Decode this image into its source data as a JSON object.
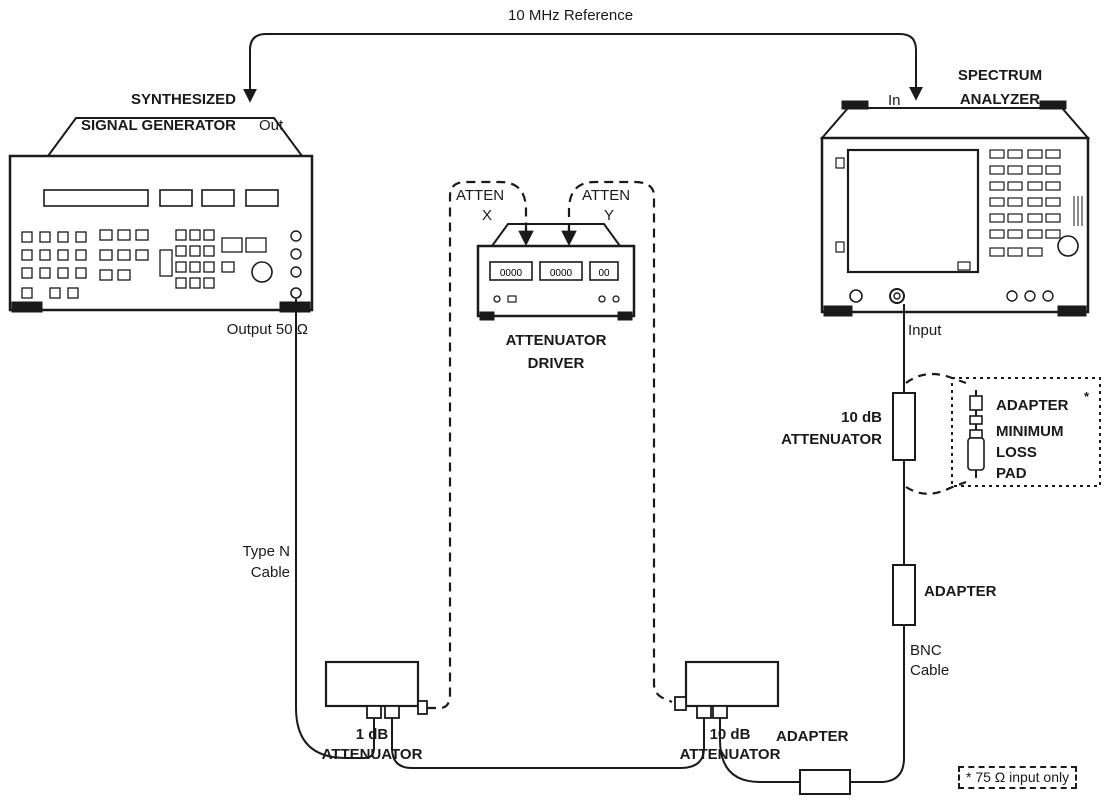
{
  "labels": {
    "ref_cable": "10 MHz Reference",
    "synth_title_1": "SYNTHESIZED",
    "synth_title_2": "SIGNAL GENERATOR",
    "synth_out": "Out",
    "synth_output": "Output 50 Ω",
    "sa_title_1": "SPECTRUM",
    "sa_title_2": "ANALYZER",
    "sa_in": "In",
    "sa_input": "Input",
    "atten_x_1": "ATTEN",
    "atten_x_2": "X",
    "atten_y_1": "ATTEN",
    "atten_y_2": "Y",
    "driver_1": "ATTENUATOR",
    "driver_2": "DRIVER",
    "type_n_1": "Type N",
    "type_n_2": "Cable",
    "att10_sa_1": "10 dB",
    "att10_sa_2": "ATTENUATOR",
    "opt_adapter": "ADAPTER",
    "opt_star": "*",
    "opt_pad_1": "MINIMUM",
    "opt_pad_2": "LOSS",
    "opt_pad_3": "PAD",
    "adapter_right": "ADAPTER",
    "bnc_1": "BNC",
    "bnc_2": "Cable",
    "att1_1": "1 dB",
    "att1_2": "ATTENUATOR",
    "att10_1": "10 dB",
    "att10_2": "ATTENUATOR",
    "adapter_bottom": "ADAPTER",
    "note_75": "* 75 Ω  input only"
  },
  "displays": {
    "driver_window_1": "0000",
    "driver_window_2": "0000",
    "driver_window_3": "00"
  }
}
